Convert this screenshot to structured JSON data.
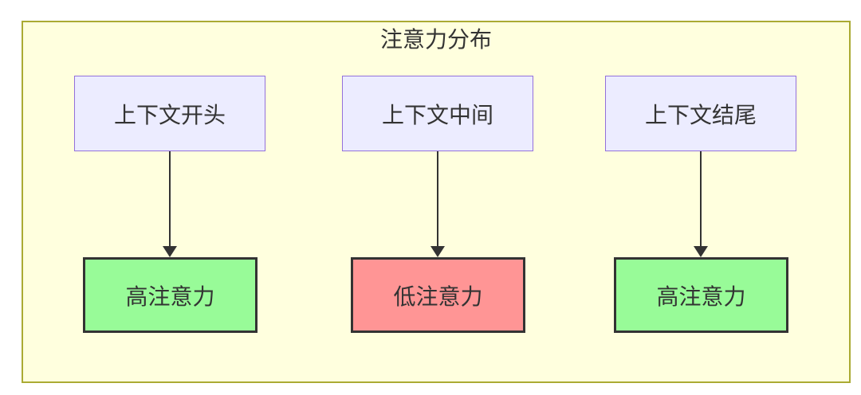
{
  "diagram": {
    "title": "注意力分布",
    "columns": [
      {
        "source": "上下文开头",
        "target": "高注意力",
        "level": "high"
      },
      {
        "source": "上下文中间",
        "target": "低注意力",
        "level": "low"
      },
      {
        "source": "上下文结尾",
        "target": "高注意力",
        "level": "high"
      }
    ],
    "edges": [
      {
        "from": "上下文开头",
        "to": "高注意力"
      },
      {
        "from": "上下文中间",
        "to": "低注意力"
      },
      {
        "from": "上下文结尾",
        "to": "高注意力"
      }
    ],
    "colors": {
      "container_fill": "#FFFFDE",
      "container_border": "#AAAA33",
      "source_node_fill": "#ECECFF",
      "source_node_border": "#9370DB",
      "high_attention_fill": "#98FB98",
      "low_attention_fill": "#FF9595",
      "target_node_border": "#333333",
      "arrow": "#333333",
      "text": "#333333"
    }
  }
}
